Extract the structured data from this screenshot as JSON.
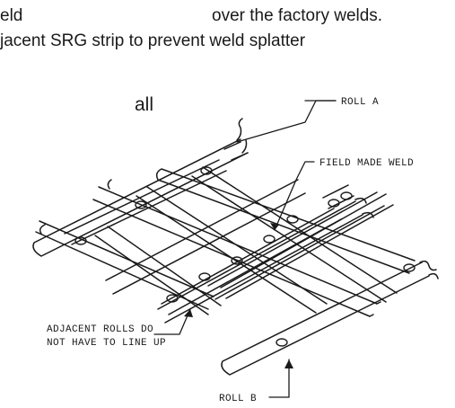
{
  "text": {
    "line1_left": "eld",
    "line1_right": "over the factory welds.",
    "line2": "jacent SRG strip to prevent weld splatter",
    "fragment": "all"
  },
  "labels": {
    "roll_a": "ROLL A",
    "field_weld": "FIELD MADE WELD",
    "adjacent_line1": "ADJACENT ROLLS DO",
    "adjacent_line2": "NOT HAVE TO LINE UP",
    "roll_b": "ROLL B"
  },
  "colors": {
    "ink": "#1a1a1a",
    "background": "#ffffff"
  }
}
